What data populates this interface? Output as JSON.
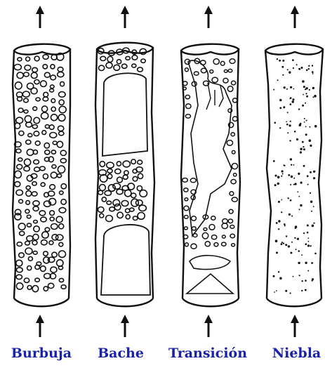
{
  "figure": {
    "label_color": "#1a23a8",
    "line_color": "#111111",
    "flow_arrows": "up",
    "regimes": [
      {
        "label": "Burbuja",
        "pattern": "many-small-bubbles"
      },
      {
        "label": "Bache",
        "pattern": "large-slugs-with-bubbles"
      },
      {
        "label": "Transición",
        "pattern": "churn-irregular-gas"
      },
      {
        "label": "Niebla",
        "pattern": "dispersed-droplets-mist"
      }
    ]
  }
}
